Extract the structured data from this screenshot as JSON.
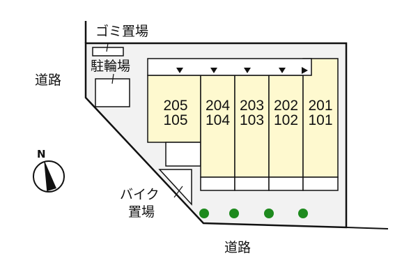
{
  "labels": {
    "garbage": "ゴミ置場",
    "bicycle_parking": "駐輪場",
    "motorbike_parking_line1": "バイク",
    "motorbike_parking_line2": "置場",
    "road_west": "道路",
    "road_south": "道路"
  },
  "compass": {
    "label": "N"
  },
  "units": [
    {
      "upper": "205",
      "lower": "105"
    },
    {
      "upper": "204",
      "lower": "104"
    },
    {
      "upper": "203",
      "lower": "103"
    },
    {
      "upper": "202",
      "lower": "102"
    },
    {
      "upper": "201",
      "lower": "101"
    }
  ],
  "entrance_markers": [
    "down",
    "down",
    "down",
    "down",
    "right"
  ],
  "trees_count": 4,
  "colors": {
    "lot_fill": "#f2f2f2",
    "unit_fill": "#fef9cf",
    "tree": "#1e8a1e",
    "line": "#111111"
  }
}
